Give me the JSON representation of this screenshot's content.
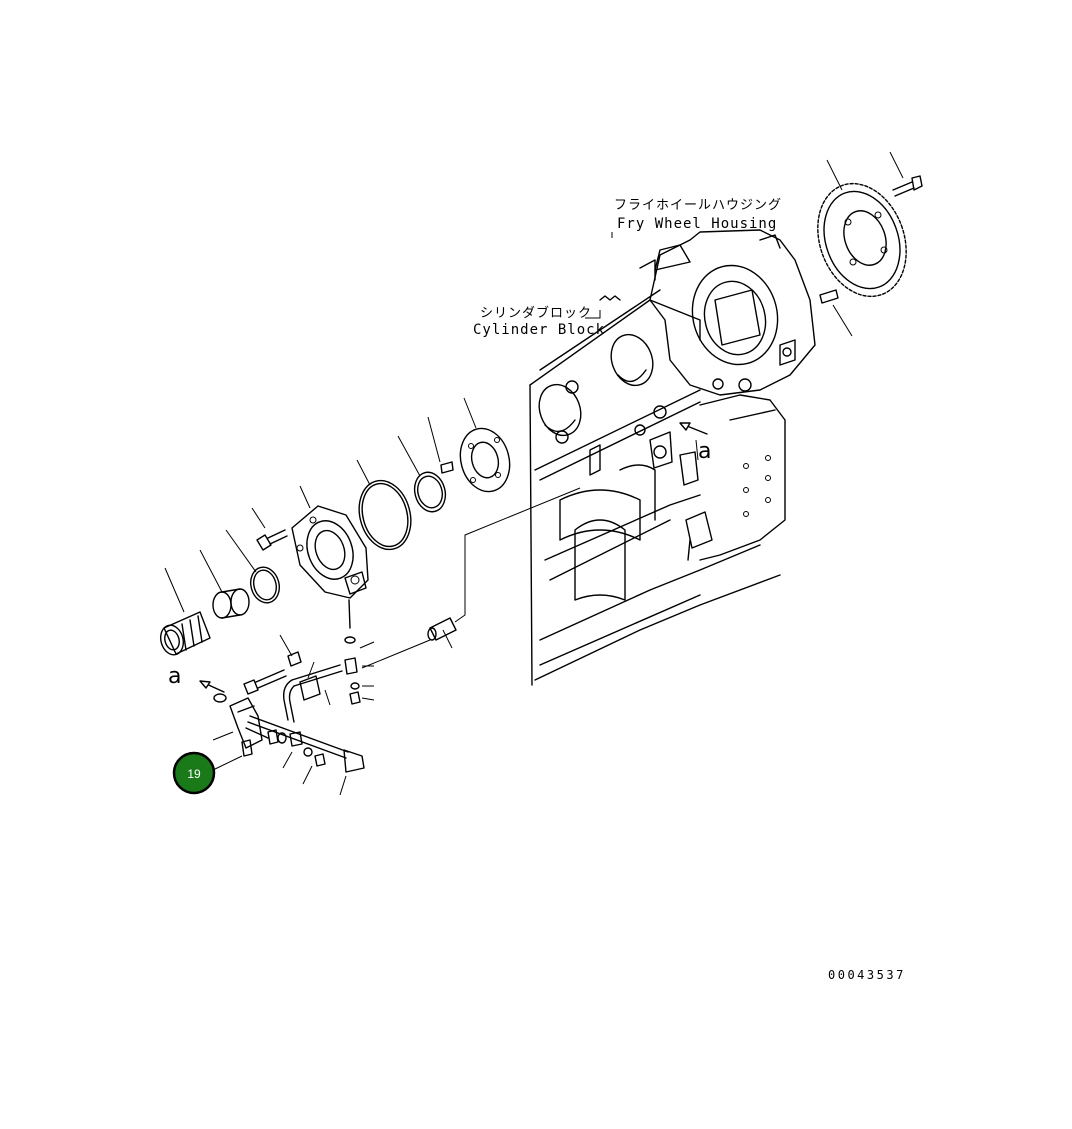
{
  "labels": {
    "flywheel_housing_jp": "フライホイールハウジング",
    "flywheel_housing_en": "Fry Wheel Housing",
    "cylinder_block_jp": "シリンダブロック",
    "cylinder_block_en": "Cylinder Block",
    "view_a_left": "a",
    "view_a_right": "a"
  },
  "callout": {
    "number": "19",
    "color": "#1a7a1a"
  },
  "document_number": "00043537"
}
